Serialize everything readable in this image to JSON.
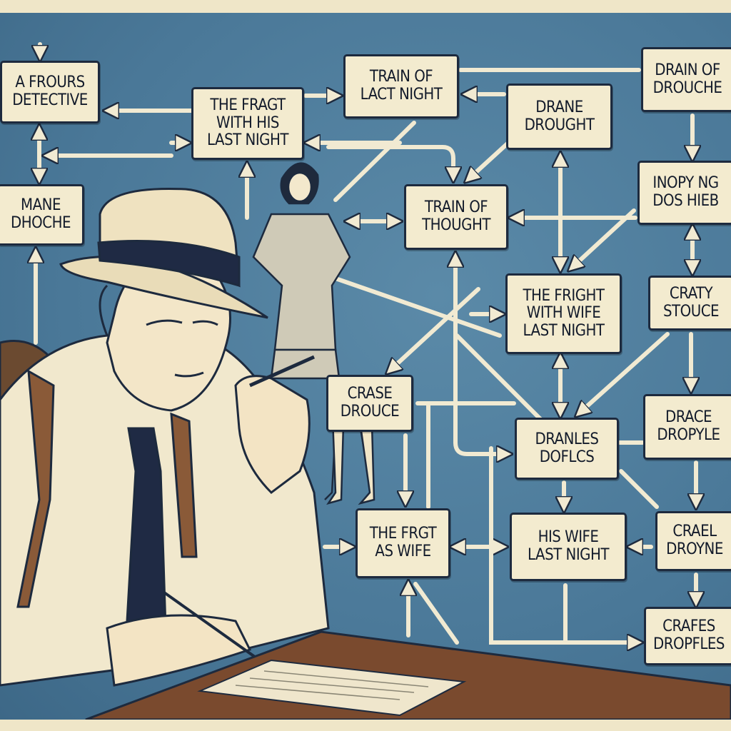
{
  "colors": {
    "background": "#4a7898",
    "box_fill": "#f3ebcf",
    "ink": "#1d2a3e",
    "frame": "#efe6c8",
    "arrow": "#f1ead2"
  },
  "boxes": [
    {
      "id": "a-frours-detective",
      "lines": [
        "A FROURS",
        "DETECTIVE"
      ]
    },
    {
      "id": "mane-dhoche",
      "lines": [
        "MANE",
        "DHOCHE"
      ]
    },
    {
      "id": "the-fragt-with-his",
      "lines": [
        "THE FRAGT",
        "WITH HIS",
        "LAST NIGHT"
      ]
    },
    {
      "id": "train-of-lact-night",
      "lines": [
        "TRAIN OF",
        "LACT NIGHT"
      ]
    },
    {
      "id": "drane-drought",
      "lines": [
        "DRANE",
        "DROUGHT"
      ]
    },
    {
      "id": "drain-of-drouche",
      "lines": [
        "DRAIN OF",
        "DROUCHE"
      ]
    },
    {
      "id": "train-of-thought",
      "lines": [
        "TRAIN OF",
        "THOUGHT"
      ]
    },
    {
      "id": "inopy-ng",
      "lines": [
        "INOPY NG",
        "DOS HIEB"
      ]
    },
    {
      "id": "the-fright-with-wife",
      "lines": [
        "THE FRIGHT",
        "WITH WIFE",
        "LAST NIGHT"
      ]
    },
    {
      "id": "craty-stouce",
      "lines": [
        "CRATY",
        "STOUCE"
      ]
    },
    {
      "id": "crase-drouce",
      "lines": [
        "CRASE",
        "DROUCE"
      ]
    },
    {
      "id": "dranles-doflcs",
      "lines": [
        "DRANLES",
        "DOFLCS"
      ]
    },
    {
      "id": "drace-dropyle",
      "lines": [
        "DRACE",
        "DROPYLE"
      ]
    },
    {
      "id": "the-frgt-as-wife",
      "lines": [
        "THE FRGT",
        "AS WIFE"
      ]
    },
    {
      "id": "his-wife-last-night",
      "lines": [
        "HIS WIFE",
        "LAST NIGHT"
      ]
    },
    {
      "id": "crael-droyne",
      "lines": [
        "CRAEL",
        "DROYNE"
      ]
    },
    {
      "id": "crafes-dropfles",
      "lines": [
        "CRAFES",
        "DROPFLES"
      ]
    }
  ]
}
